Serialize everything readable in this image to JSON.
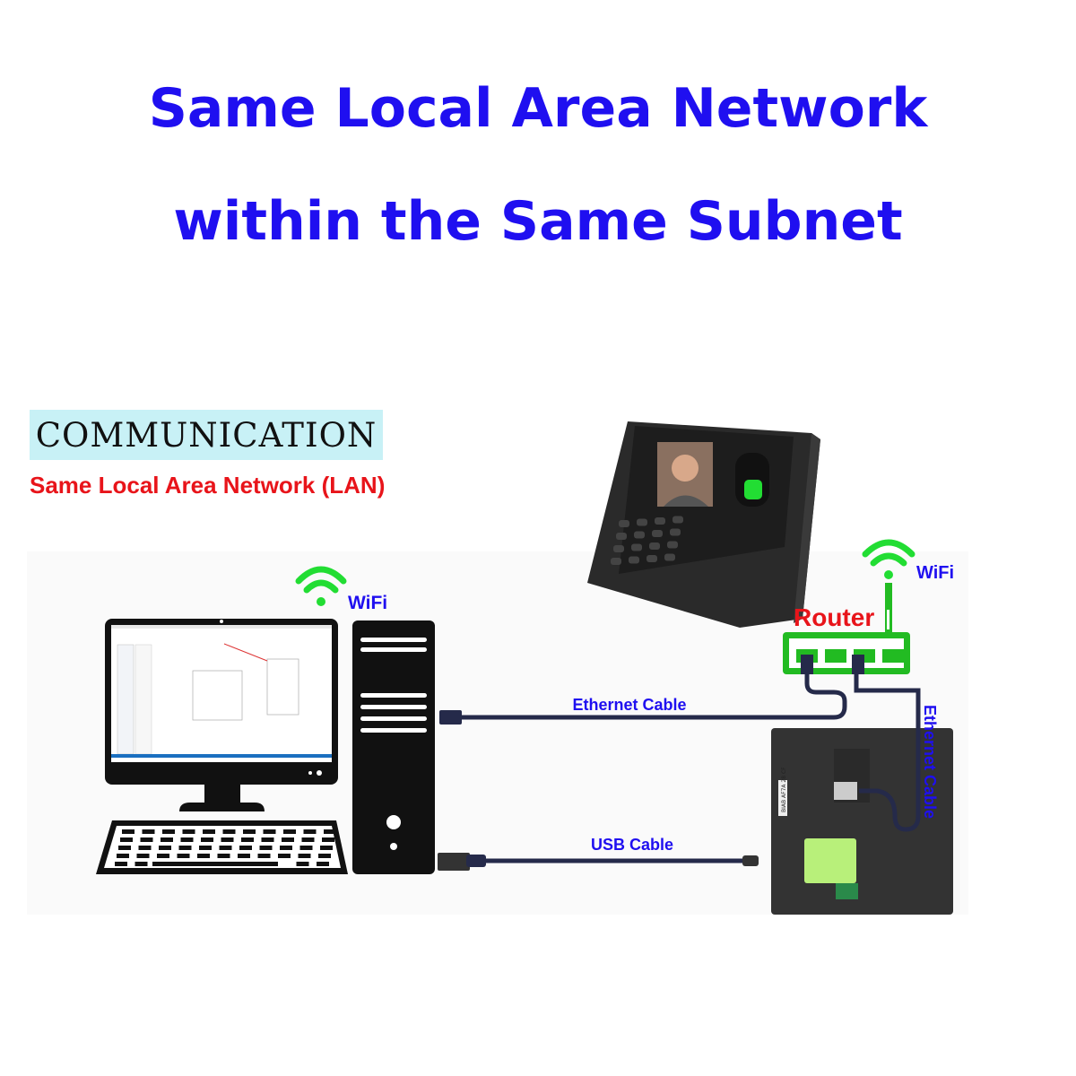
{
  "title": {
    "line1": "Same Local Area Network",
    "line2": "within the Same Subnet"
  },
  "badge": "COMMUNICATION",
  "subtitle": "Same Local Area Network (LAN)",
  "labels": {
    "wifi_pc": "WiFi",
    "wifi_router": "WiFi",
    "router": "Router",
    "ethernet_cable_pc": "Ethernet Cable",
    "ethernet_cable_device": "Ethernet Cable",
    "usb_cable": "USB Cable"
  },
  "device_serial_label": "BIAB AF7A 28 CF",
  "colors": {
    "title": "#1f0ff0",
    "subtitle": "#e8141a",
    "wifi": "#22dd33",
    "router": "#22bb22",
    "cable": "#252a4a",
    "badge_bg": "#c8f1f6"
  }
}
